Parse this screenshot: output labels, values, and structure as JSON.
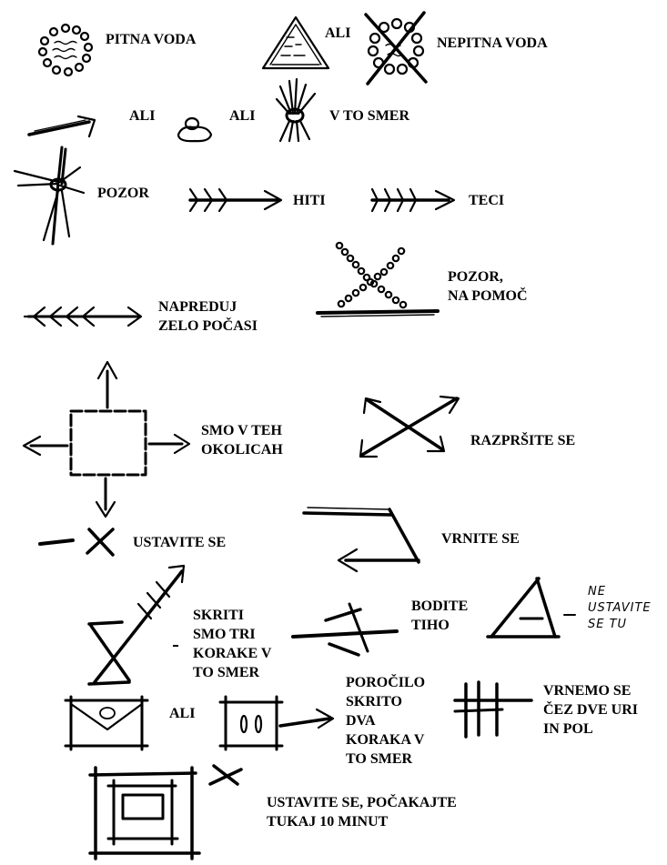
{
  "signs": [
    {
      "id": "pitna-voda",
      "label": "PITNA VODA"
    },
    {
      "id": "ali-1",
      "label": "ALI"
    },
    {
      "id": "nepitna-voda",
      "label": "NEPITNA VODA"
    },
    {
      "id": "ali-2",
      "label": "ALI"
    },
    {
      "id": "ali-3",
      "label": "ALI"
    },
    {
      "id": "v-to-smer",
      "label": "V TO SMER"
    },
    {
      "id": "pozor",
      "label": "POZOR"
    },
    {
      "id": "hiti",
      "label": "HITI"
    },
    {
      "id": "teci",
      "label": "TECI"
    },
    {
      "id": "pozor-na-pomoc",
      "lines": [
        "POZOR,",
        "NA POMOČ"
      ]
    },
    {
      "id": "napreduj",
      "lines": [
        "NAPREDUJ",
        "ZELO POČASI"
      ]
    },
    {
      "id": "smo-v-teh-okolicah",
      "lines": [
        "SMO V TEH",
        "OKOLICAH"
      ]
    },
    {
      "id": "razprsite-se",
      "label": "RAZPRŠITE SE"
    },
    {
      "id": "ustavite-se",
      "label": "USTAVITE SE"
    },
    {
      "id": "vrnite-se",
      "label": "VRNITE SE"
    },
    {
      "id": "skriti",
      "lines": [
        "SKRITI",
        "SMO TRI",
        "KORAKE V",
        "TO SMER"
      ]
    },
    {
      "id": "bodite-tiho",
      "lines": [
        "BODITE",
        "TIHO"
      ]
    },
    {
      "id": "ne-ustavite",
      "lines": [
        "NE",
        "USTAVITE",
        "SE TU"
      ]
    },
    {
      "id": "ali-4",
      "label": "ALI"
    },
    {
      "id": "porocilo",
      "lines": [
        "POROČILO",
        "SKRITO",
        "DVA",
        "KORAKA V",
        "TO SMER"
      ]
    },
    {
      "id": "vrnemo-se",
      "lines": [
        "VRNEMO SE",
        "ČEZ DVE URI",
        "IN POL"
      ]
    },
    {
      "id": "ustavite-pocakajte",
      "lines": [
        "USTAVITE SE, POČAKAJTE",
        "TUKAJ 10 MINUT"
      ]
    }
  ]
}
